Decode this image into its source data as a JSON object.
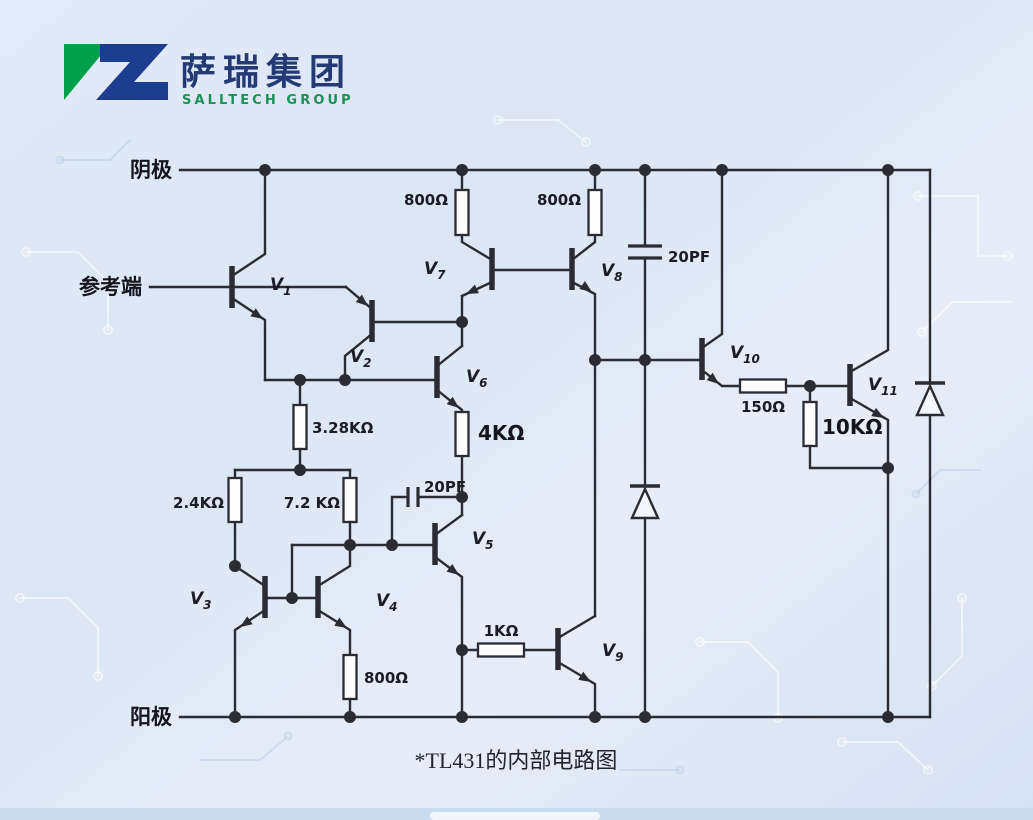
{
  "logo": {
    "company_cn": "萨瑞集团",
    "company_en": "SALLTECH GROUP"
  },
  "terminals": {
    "cathode": "阴极",
    "reference": "参考端",
    "anode": "阳极"
  },
  "caption": "*TL431的内部电路图",
  "transistors": {
    "v1": {
      "name": "V",
      "sub": "1"
    },
    "v2": {
      "name": "V",
      "sub": "2"
    },
    "v3": {
      "name": "V",
      "sub": "3"
    },
    "v4": {
      "name": "V",
      "sub": "4"
    },
    "v5": {
      "name": "V",
      "sub": "5"
    },
    "v6": {
      "name": "V",
      "sub": "6"
    },
    "v7": {
      "name": "V",
      "sub": "7"
    },
    "v8": {
      "name": "V",
      "sub": "8"
    },
    "v9": {
      "name": "V",
      "sub": "9"
    },
    "v10": {
      "name": "V",
      "sub": "10"
    },
    "v11": {
      "name": "V",
      "sub": "11"
    }
  },
  "parts": {
    "r800_left": "800Ω",
    "r800_right": "800Ω",
    "c20pf_top": "20PF",
    "r3_28k": "3.28KΩ",
    "r4k": "4KΩ",
    "r2_4k": "2.4KΩ",
    "r7_2k": "7.2 KΩ",
    "c20pf_mid": "20PF",
    "r1k": "1KΩ",
    "r800_bottom": "800Ω",
    "r150": "150Ω",
    "r10k": "10KΩ"
  },
  "colors": {
    "wire": "#2b2b33",
    "background": "#dde6f5",
    "logo_green": "#00A04B",
    "logo_blue": "#1D3D8F",
    "label_text": "#1c1c28"
  }
}
